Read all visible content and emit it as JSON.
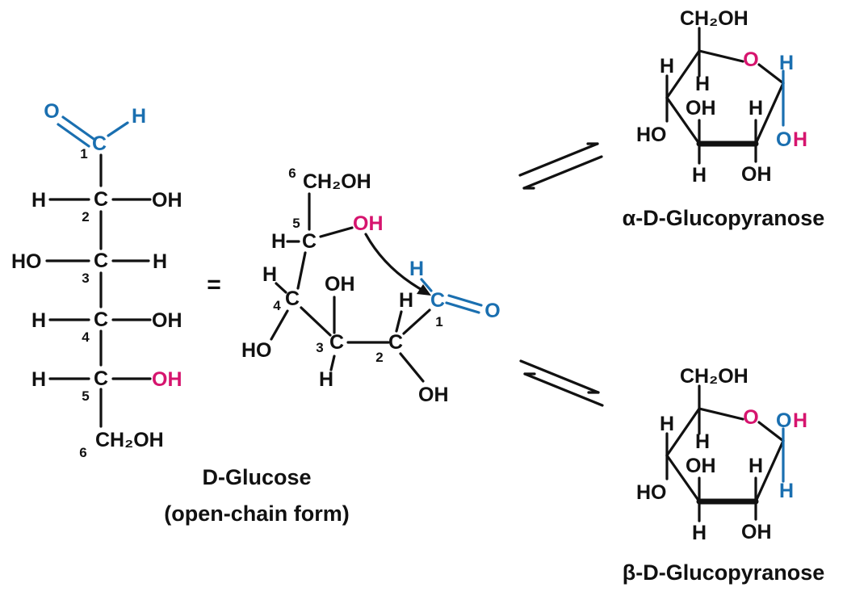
{
  "colors": {
    "ink": "#111111",
    "blue": "#1a6fb0",
    "magenta": "#d6146e"
  },
  "atoms": {
    "O": "O",
    "H": "H",
    "C": "C",
    "OH": "OH",
    "HO": "HO",
    "CH2OH": "CH₂OH"
  },
  "carbon_numbers": [
    "1",
    "2",
    "3",
    "4",
    "5",
    "6"
  ],
  "equals_sign": "=",
  "captions": {
    "open_chain_name": "D-Glucose",
    "open_chain_form": "(open-chain form)",
    "alpha_name": "α-D-Glucopyranose",
    "beta_name": "β-D-Glucopyranose"
  }
}
